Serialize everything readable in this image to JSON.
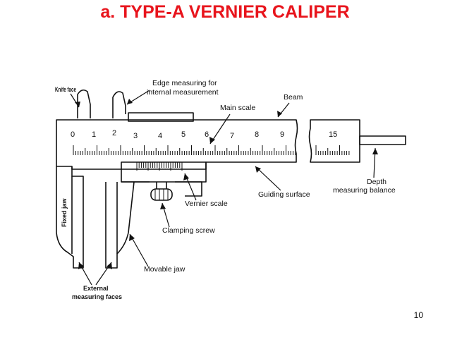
{
  "slide": {
    "title": "a. TYPE-A VERNIER CALIPER",
    "page_number": "10"
  },
  "colors": {
    "title": "#e8141c",
    "lines": "#111111"
  },
  "labels": {
    "knife_face": "Knife face",
    "edge_measuring_1": "Edge measuring for",
    "edge_measuring_2": "internal measurement",
    "beam": "Beam",
    "main_scale": "Main scale",
    "fixed_jaw": "Fixed jaw",
    "vernier_scale": "Vernier scale",
    "guiding_surface": "Guiding surface",
    "depth_1": "Depth",
    "depth_2": "measuring balance",
    "clamping_screw": "Clamping screw",
    "movable_jaw": "Movable jaw",
    "external_1": "External",
    "external_2": "measuring faces"
  },
  "main_scale_numbers": [
    "0",
    "1",
    "2",
    "3",
    "4",
    "5",
    "6",
    "7",
    "8",
    "9"
  ],
  "extended_scale_number": "15"
}
